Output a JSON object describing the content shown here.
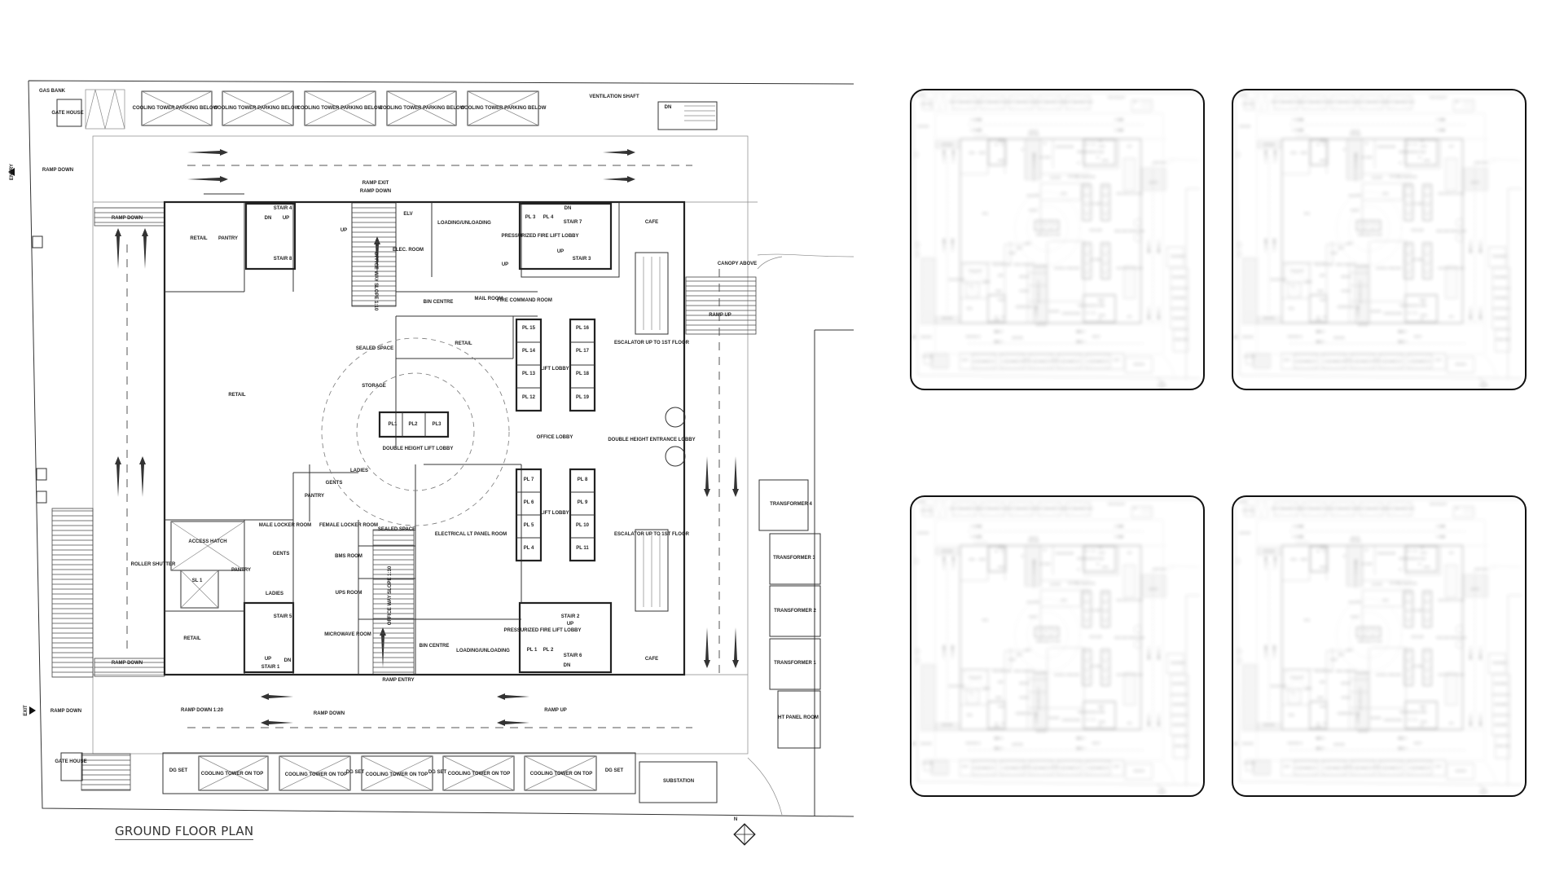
{
  "plan": {
    "title": "GROUND FLOOR PLAN",
    "labels": [
      "GAS BANK",
      "GATE HOUSE",
      "COOLING TOWER PARKING BELOW",
      "COOLING TOWER PARKING BELOW",
      "COOLING TOWER PARKING BELOW",
      "COOLING TOWER PARKING BELOW",
      "COOLING TOWER PARKING BELOW",
      "VENTILATION SHAFT",
      "DN",
      "ENTRY",
      "RAMP DOWN",
      "RAMP EXIT",
      "RAMP DOWN",
      "RAMP DOWN",
      "RETAIL",
      "PANTRY",
      "STAIR 4",
      "DN",
      "UP",
      "STAIR 8",
      "UP",
      "ELV",
      "LOADING/UNLOADING",
      "ELEC. ROOM",
      "PL 3",
      "PL 4",
      "DN",
      "STAIR 7",
      "PRESSURIZED FIRE LIFT LOBBY",
      "UP",
      "UP",
      "STAIR 3",
      "CAFE",
      "CANOPY ABOVE",
      "RAMP UP",
      "BIN CENTRE",
      "MAIL ROOM",
      "FIRE COMMAND ROOM",
      "RETAIL",
      "SEALED SPACE",
      "STORAGE",
      "RETAIL",
      "PL 15",
      "PL 14",
      "PL 13",
      "PL 12",
      "PL 16",
      "PL 17",
      "PL 18",
      "PL 19",
      "LIFT LOBBY",
      "OFFICE LOBBY",
      "PL1",
      "PL2",
      "PL3",
      "DOUBLE HEIGHT LIFT LOBBY",
      "ESCALATOR UP TO 1ST FLOOR",
      "DOUBLE HEIGHT ENTRANCE LOBBY",
      "LADIES",
      "GENTS",
      "PANTRY",
      "PL 7",
      "PL 6",
      "PL 5",
      "PL 4",
      "PL 8",
      "PL 9",
      "PL 10",
      "PL 11",
      "LIFT LOBBY",
      "TRANSFORMER 4",
      "TRANSFORMER 3",
      "TRANSFORMER 2",
      "TRANSFORMER 1",
      "HT PANEL ROOM",
      "MALE LOCKER ROOM",
      "FEMALE LOCKER ROOM",
      "SEALED SPACE",
      "ELECTRICAL LT PANEL ROOM",
      "ESCALATOR UP TO 1ST FLOOR",
      "ACCESS HATCH",
      "GENTS",
      "BMS ROOM",
      "ROLLER SHUTTER",
      "PANTRY",
      "SL 1",
      "LADIES",
      "UPS ROOM",
      "OFFICE WAY SLOPE 1:10",
      "STAIR 5",
      "STAIR 2",
      "UP",
      "PRESSURIZED FIRE LIFT LOBBY",
      "RETAIL",
      "MICROWAVE ROOM",
      "BIN CENTRE",
      "LOADING/UNLOADING",
      "PL 1",
      "PL 2",
      "STAIR 6",
      "DN",
      "CAFE",
      "UP",
      "STAIR 1",
      "DN",
      "RAMP DOWN",
      "RAMP ENTRY",
      "EXIT",
      "RAMP DOWN",
      "RAMP DOWN 1:20",
      "RAMP DOWN",
      "RAMP UP",
      "GATE HOUSE",
      "DG SET",
      "COOLING TOWER ON TOP",
      "COOLING TOWER ON TOP",
      "DG SET",
      "COOLING TOWER ON TOP",
      "DG SET",
      "COOLING TOWER ON TOP",
      "COOLING TOWER ON TOP",
      "DG SET",
      "SUBSTATION",
      "N",
      "OFFICE WAY SLOPE 1:10"
    ]
  },
  "thumbnails": [
    {
      "id": "thumb-1"
    },
    {
      "id": "thumb-2"
    },
    {
      "id": "thumb-3"
    },
    {
      "id": "thumb-4"
    }
  ]
}
